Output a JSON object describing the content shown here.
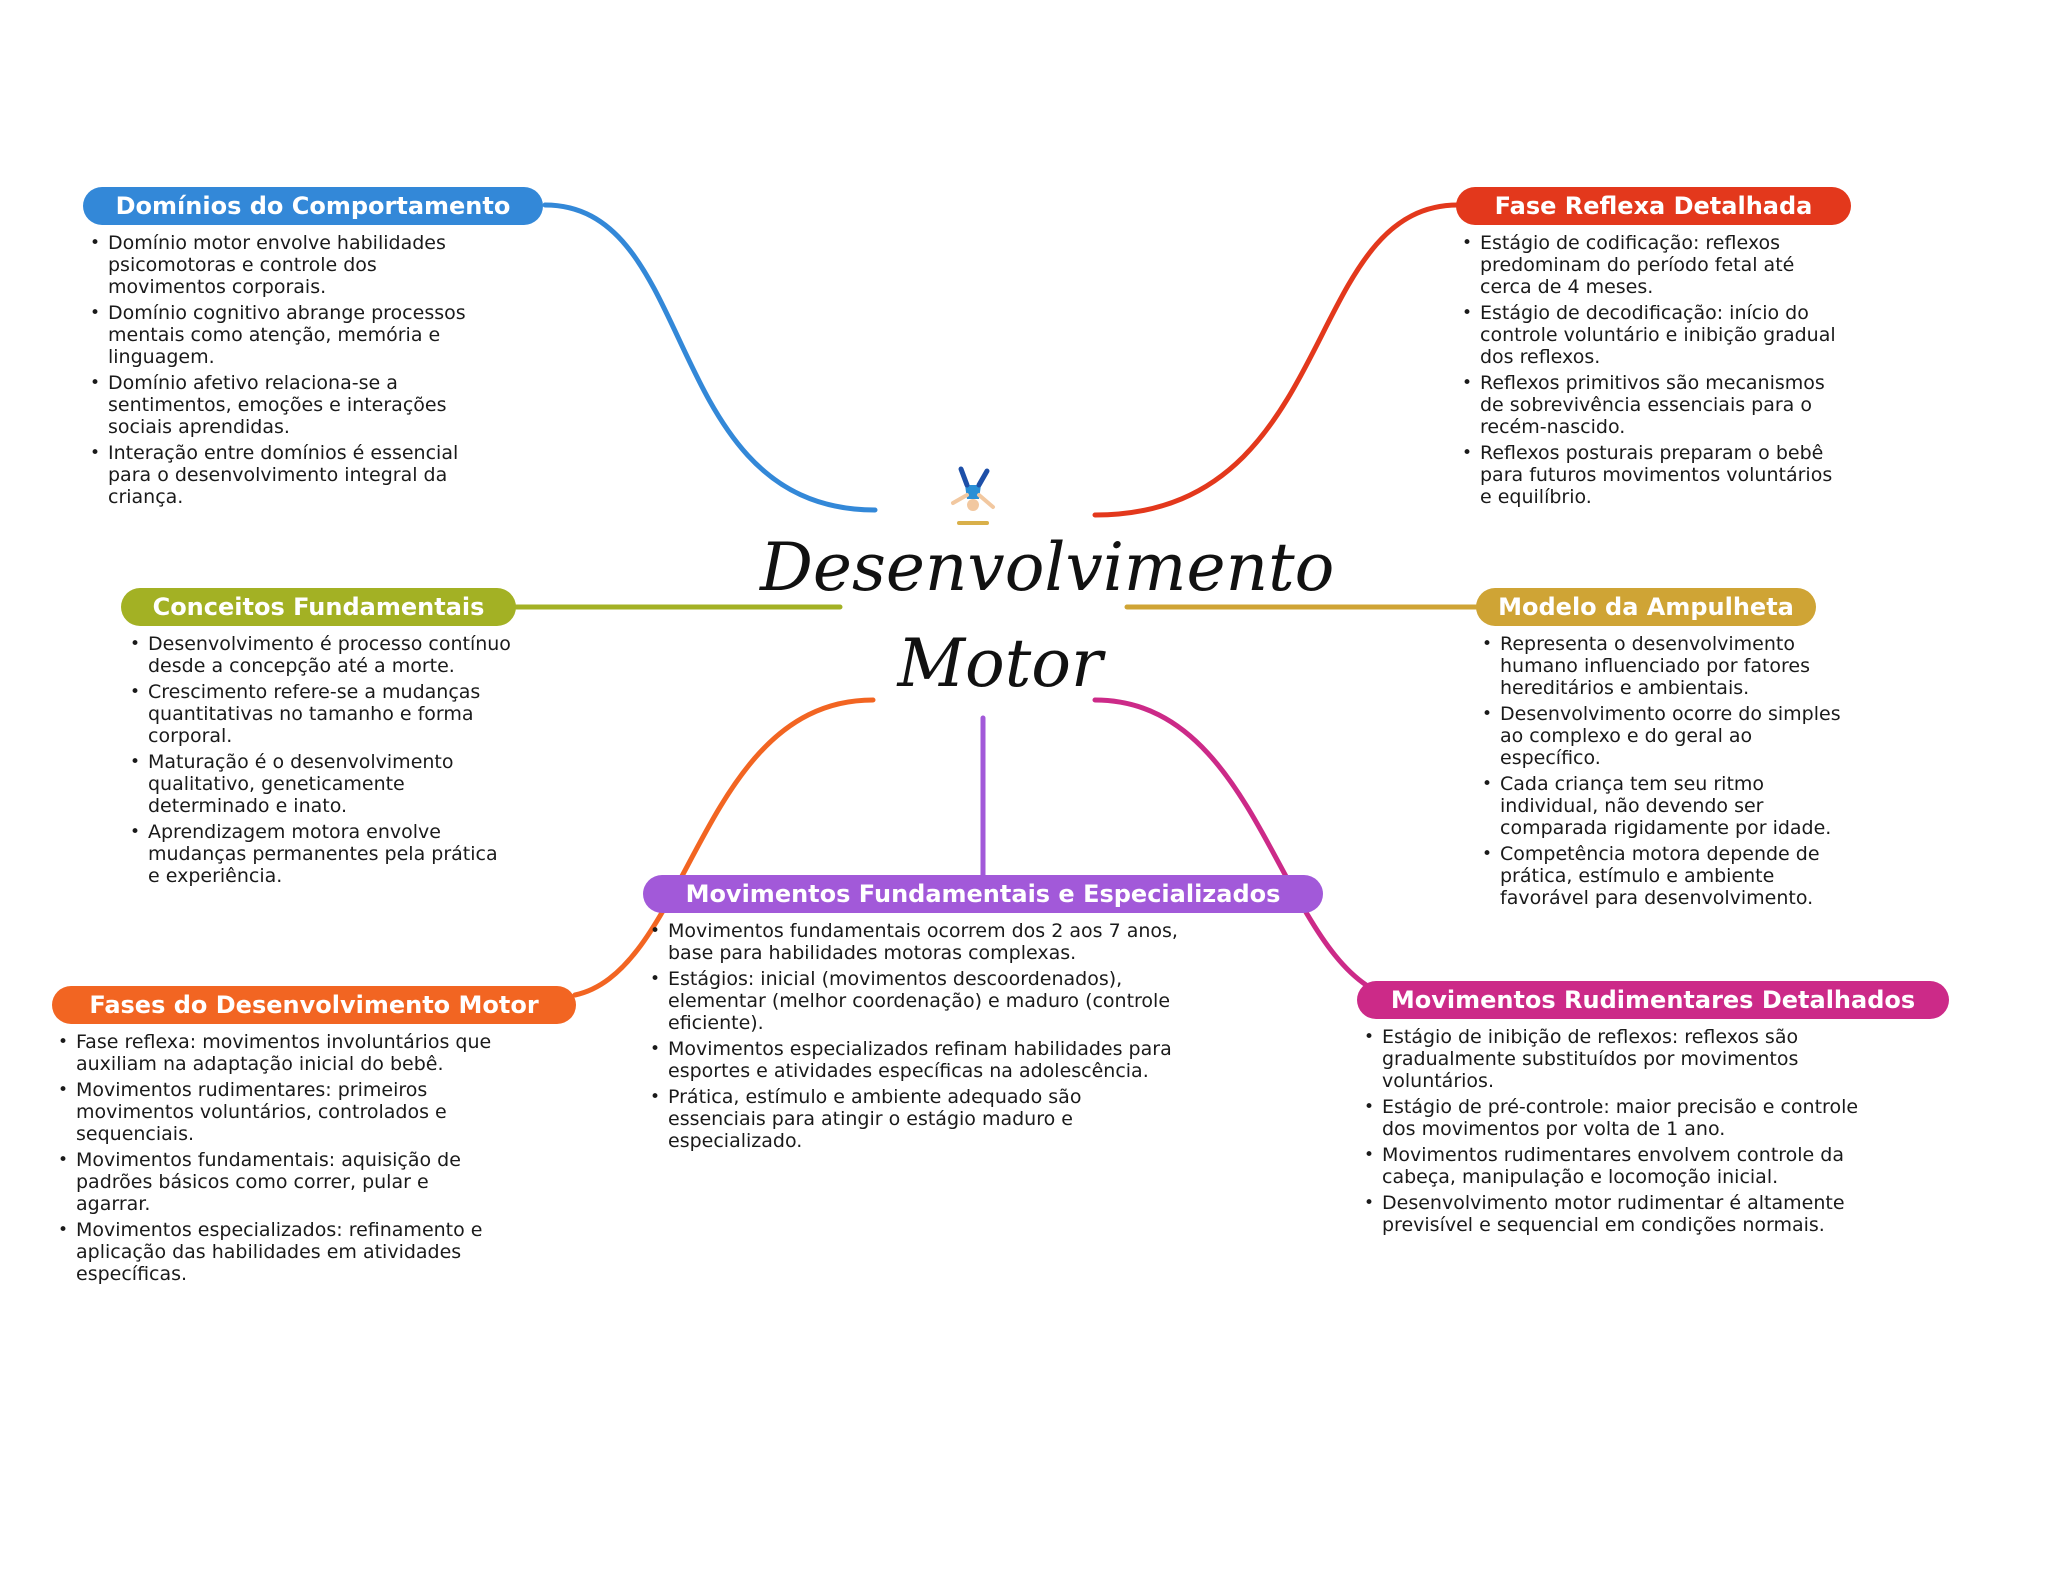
{
  "central": {
    "title_line1": "Desenvolvimento",
    "title_line2": "Motor",
    "icon": "cartwheel-person-icon"
  },
  "colors": {
    "dominios": "#3388d8",
    "conceitos": "#a3b124",
    "fases": "#f26522",
    "movimentos_fund": "#a259d9",
    "fase_reflexa": "#e3381c",
    "ampulheta": "#cfa435",
    "rudimentares": "#cc2a88"
  },
  "branches": {
    "dominios": {
      "title": "Domínios do Comportamento",
      "items": [
        "Domínio motor envolve habilidades psicomotoras e controle dos movimentos corporais.",
        "Domínio cognitivo abrange processos mentais como atenção, memória e linguagem.",
        "Domínio afetivo relaciona-se a sentimentos, emoções e interações sociais aprendidas.",
        "Interação entre domínios é essencial para o desenvolvimento integral da criança."
      ]
    },
    "conceitos": {
      "title": "Conceitos Fundamentais",
      "items": [
        "Desenvolvimento é processo contínuo desde a concepção até a morte.",
        "Crescimento refere-se a mudanças quantitativas no tamanho e forma corporal.",
        "Maturação é o desenvolvimento qualitativo, geneticamente determinado e inato.",
        "Aprendizagem motora envolve mudanças permanentes pela prática e experiência."
      ]
    },
    "fases": {
      "title": "Fases do Desenvolvimento Motor",
      "items": [
        "Fase reflexa: movimentos involuntários que auxiliam na adaptação inicial do bebê.",
        "Movimentos rudimentares: primeiros movimentos voluntários, controlados e sequenciais.",
        "Movimentos fundamentais: aquisição de padrões básicos como correr, pular e agarrar.",
        "Movimentos especializados: refinamento e aplicação das habilidades em atividades específicas."
      ]
    },
    "movimentos_fund": {
      "title": "Movimentos Fundamentais e Especializados",
      "items": [
        "Movimentos fundamentais ocorrem dos 2 aos 7 anos, base para habilidades motoras complexas.",
        "Estágios: inicial (movimentos descoordenados), elementar (melhor coordenação) e maduro (controle eficiente).",
        "Movimentos especializados refinam habilidades para esportes e atividades específicas na adolescência.",
        "Prática, estímulo e ambiente adequado são essenciais para atingir o estágio maduro e especializado."
      ]
    },
    "fase_reflexa": {
      "title": "Fase Reflexa Detalhada",
      "items": [
        "Estágio de codificação: reflexos predominam do período fetal até cerca de 4 meses.",
        "Estágio de decodificação: início do controle voluntário e inibição gradual dos reflexos.",
        "Reflexos primitivos são mecanismos de sobrevivência essenciais para o recém-nascido.",
        "Reflexos posturais preparam o bebê para futuros movimentos voluntários e equilíbrio."
      ]
    },
    "ampulheta": {
      "title": "Modelo da Ampulheta",
      "items": [
        "Representa o desenvolvimento humano influenciado por fatores hereditários e ambientais.",
        "Desenvolvimento ocorre do simples ao complexo e do geral ao específico.",
        "Cada criança tem seu ritmo individual, não devendo ser comparada rigidamente por idade.",
        "Competência motora depende de prática, estímulo e ambiente favorável para desenvolvimento."
      ]
    },
    "rudimentares": {
      "title": "Movimentos Rudimentares Detalhados",
      "items": [
        "Estágio de inibição de reflexos: reflexos são gradualmente substituídos por movimentos voluntários.",
        "Estágio de pré-controle: maior precisão e controle dos movimentos por volta de 1 ano.",
        "Movimentos rudimentares envolvem controle da cabeça, manipulação e locomoção inicial.",
        "Desenvolvimento motor rudimentar é altamente previsível e sequencial em condições normais."
      ]
    }
  }
}
